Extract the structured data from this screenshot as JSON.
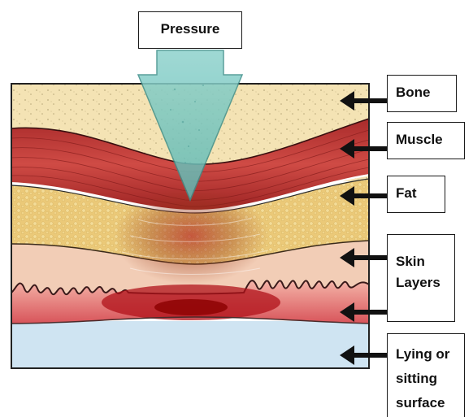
{
  "labels": {
    "pressure": "Pressure",
    "bone": "Bone",
    "muscle": "Muscle",
    "fat": "Fat",
    "skin_line1": "Skin",
    "skin_line2": "Layers",
    "surface_line1": "Lying or",
    "surface_line2": "sitting",
    "surface_line3": "surface"
  },
  "colors": {
    "bone": "#f4e3b4",
    "muscle": "#c23a3a",
    "fat": "#e9c776",
    "skin": "#f0c9b0",
    "dermis": "#e07a7a",
    "surface": "#cfe4f2",
    "pressure_arrow": "#7cc7c2"
  }
}
